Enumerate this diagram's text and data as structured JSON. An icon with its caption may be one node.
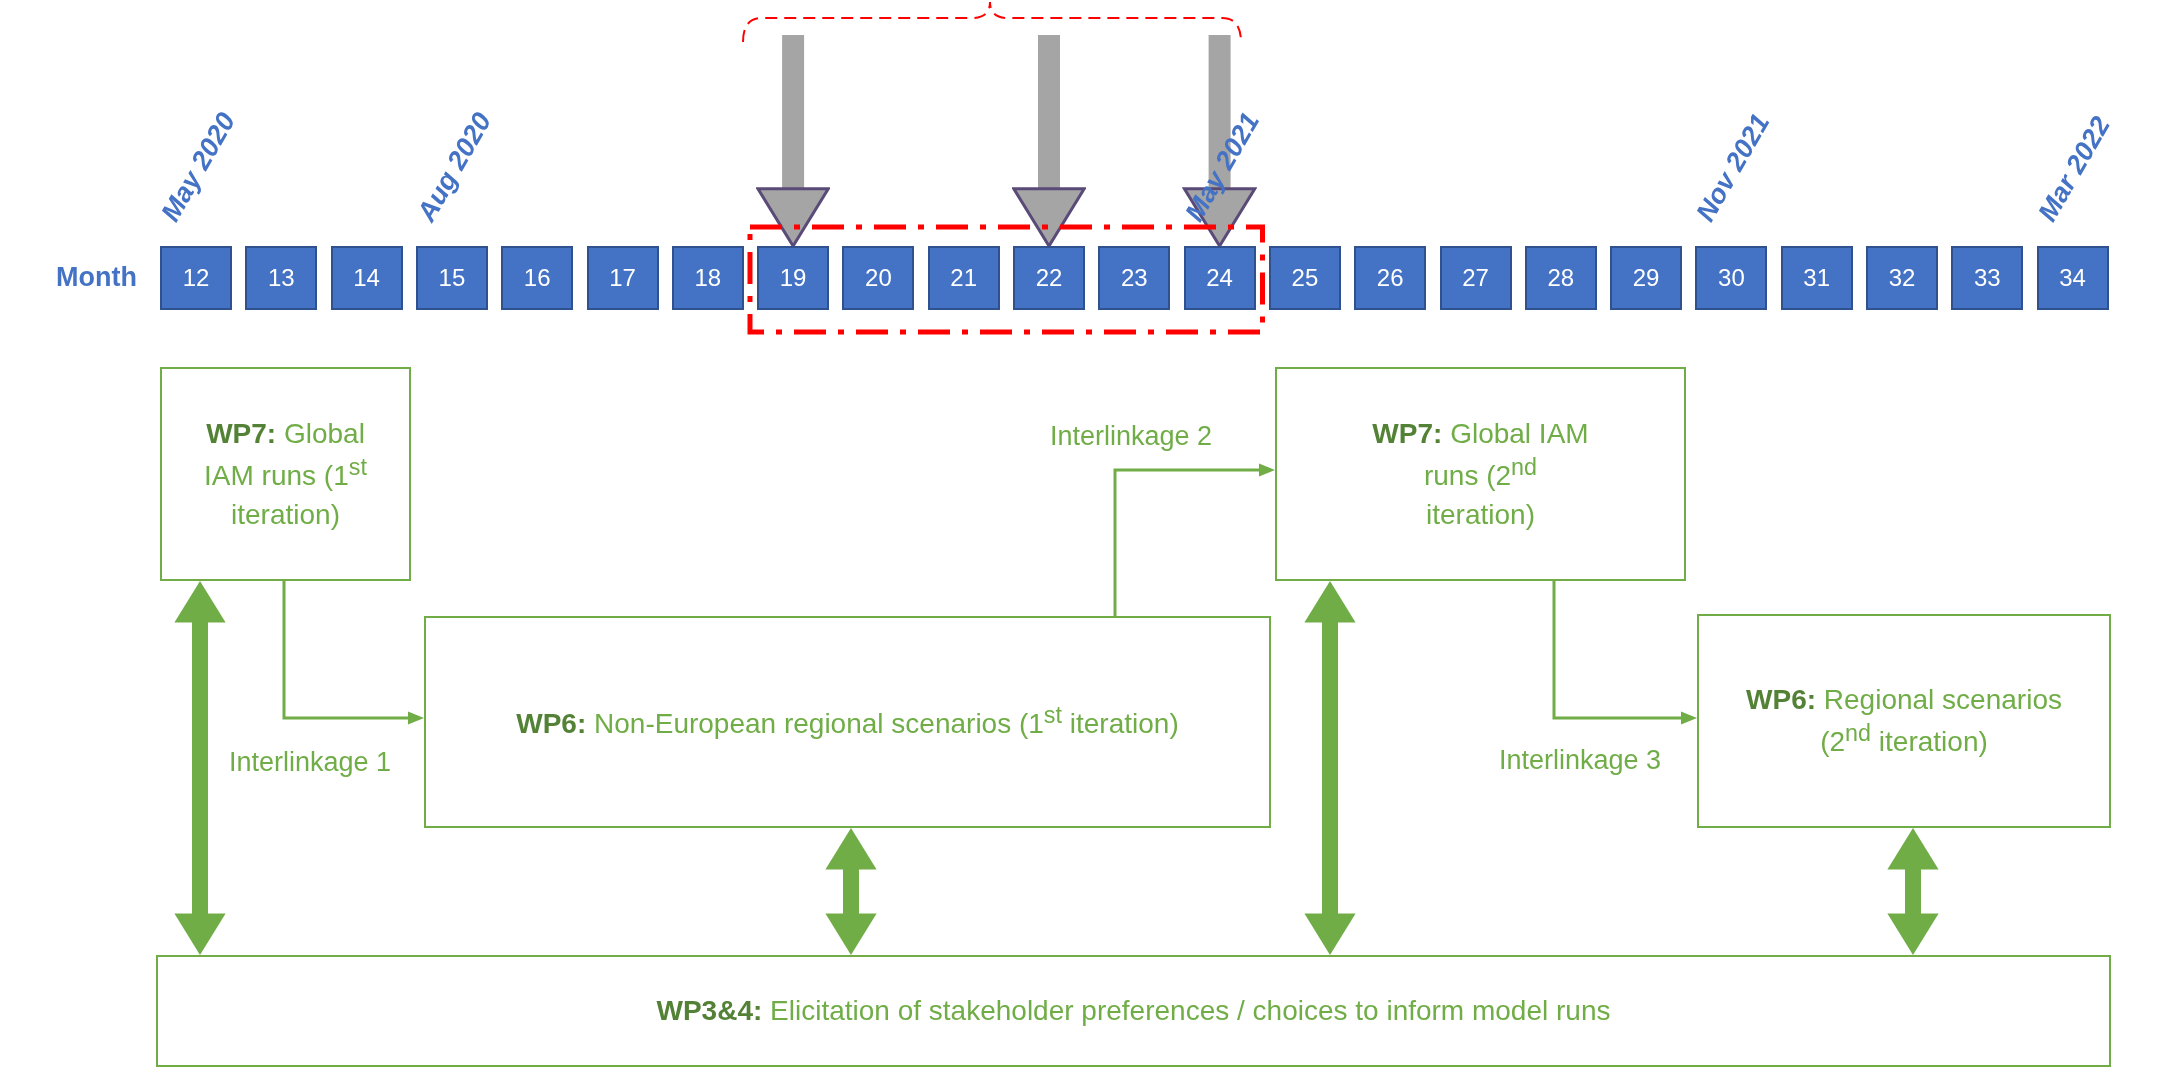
{
  "diagram": {
    "nodes": [
      {
        "text": [
          "12"
        ]
      },
      {
        "text": [
          "13"
        ]
      },
      {
        "text": [
          "14"
        ]
      },
      {
        "text": [
          "15"
        ]
      },
      {
        "text": [
          "16"
        ]
      },
      {
        "text": [
          "17"
        ]
      },
      {
        "text": [
          "18"
        ]
      },
      {
        "text": [],
        "shape": "box"
      },
      {
        "text": [
          "19"
        ],
        "in": 7
      },
      {
        "text": [
          "20"
        ],
        "in": 7
      },
      {
        "text": [
          "21"
        ],
        "in": 7
      },
      {
        "text": [
          "22"
        ],
        "in": 7
      },
      {
        "text": [
          "23"
        ],
        "in": 7
      },
      {
        "text": [
          "24"
        ],
        "in": 7
      },
      {
        "text": [
          "25"
        ]
      },
      {
        "text": [
          "26"
        ]
      },
      {
        "text": [
          "27"
        ]
      },
      {
        "text": [
          "28"
        ]
      },
      {
        "text": [
          "29"
        ]
      },
      {
        "text": [
          "30"
        ]
      },
      {
        "text": [
          "31"
        ]
      },
      {
        "text": [
          "32"
        ]
      },
      {
        "text": [
          "33"
        ]
      },
      {
        "text": [
          "34"
        ]
      },
      {
        "text": [
          "**WP7:** Global IAM runs (1$^{st}$ iteration)"
        ]
      },
      {
        "text": [
          "**WP6:** Non-European regional scenarios (1$^{st}$ iteration)"
        ]
      },
      {
        "text": [
          "**WP7:** Global IAM runs (2$^{nd}$ iteration)"
        ]
      },
      {
        "text": [
          "**WP6:** Regional scenarios (2$^{nd}$ iteration)"
        ]
      },
      {
        "text": [
          "**WP3&4:** Elicitation of stakeholder preferences / choices to inform model runs"
        ]
      }
    ],
    "edges": [
      {
        "from": 24,
        "to": 25,
        "arrow": "to",
        "label": "Interlinkage 1"
      },
      {
        "from": 25,
        "to": 26,
        "arrow": "to",
        "label": "Interlinkage 2"
      },
      {
        "from": 26,
        "to": 27,
        "arrow": "to",
        "label": "Interlinkage 3"
      },
      {
        "from": 24,
        "to": 28,
        "arrow": "both"
      },
      {
        "from": 25,
        "to": 28,
        "arrow": "both"
      },
      {
        "from": 26,
        "to": 28,
        "arrow": "both"
      },
      {
        "from": 27,
        "to": 28,
        "arrow": "both"
      },
      {
        "from": null,
        "to": 8,
        "arrow": "to",
        "color": "#a5a5a5"
      },
      {
        "from": null,
        "to": 11,
        "arrow": "to",
        "color": "#a5a5a5"
      },
      {
        "from": null,
        "to": 13,
        "arrow": "to",
        "color": "#a5a5a5"
      }
    ],
    "labels": [
      "May 2020",
      "Aug 2020",
      "May 2021",
      "Nov 2021",
      "Mar 2022",
      "Month"
    ]
  }
}
